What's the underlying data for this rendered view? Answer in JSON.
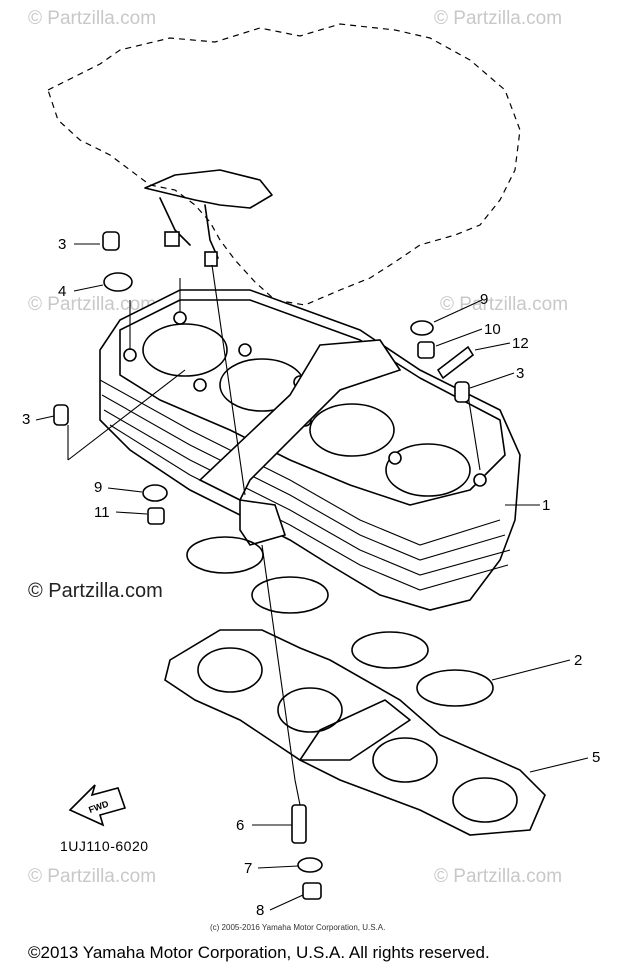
{
  "watermarks": {
    "top_left": "© Partzilla.com",
    "top_right": "© Partzilla.com",
    "mid_left": "© Partzilla.com",
    "mid_right": "© Partzilla.com",
    "center_left": "© Partzilla.com",
    "bottom_left": "© Partzilla.com",
    "bottom_right": "© Partzilla.com"
  },
  "callouts": {
    "c1": "1",
    "c2": "2",
    "c3a": "3",
    "c3b": "3",
    "c3c": "3",
    "c4": "4",
    "c5": "5",
    "c6": "6",
    "c7": "7",
    "c8": "8",
    "c9a": "9",
    "c9b": "9",
    "c10": "10",
    "c11": "11",
    "c12": "12"
  },
  "fwd_label": "FWD",
  "diagram_code": "1UJ110-6020",
  "small_copyright": "(c) 2005-2016 Yamaha Motor Corporation, U.S.A.",
  "footer": "©2013 Yamaha Motor Corporation, U.S.A. All rights reserved."
}
